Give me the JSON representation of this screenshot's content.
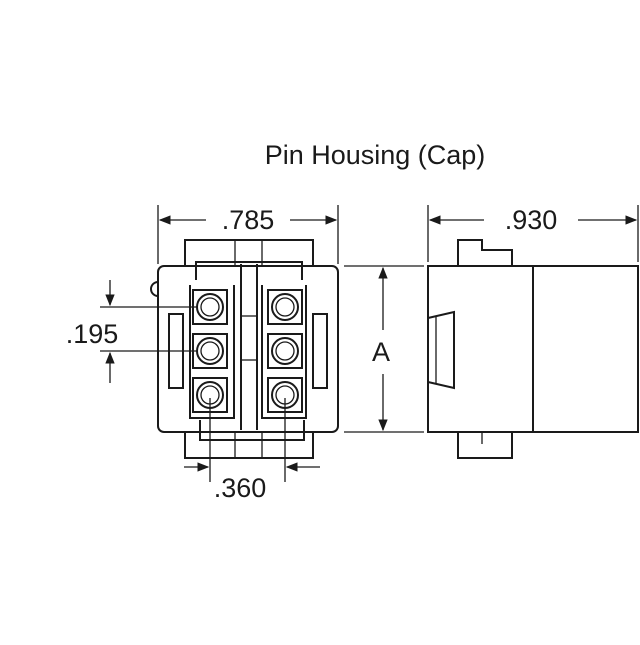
{
  "title": "Pin Housing (Cap)",
  "dimensions": {
    "front_width": ".785",
    "side_depth": ".930",
    "pin_pitch_vertical": ".195",
    "pin_pitch_horizontal": ".360",
    "height": "A"
  },
  "layout": {
    "pin_rows": 3,
    "pin_columns": 2
  }
}
